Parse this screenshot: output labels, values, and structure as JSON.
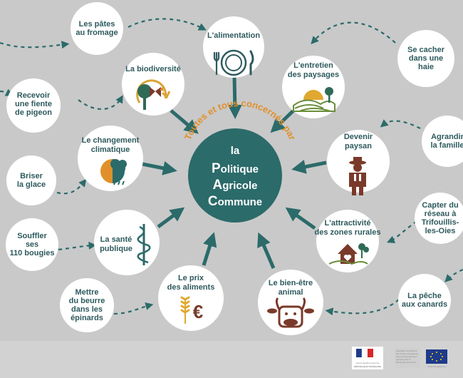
{
  "diagram": {
    "center": {
      "arc_text": "Toutes et tous concernés par",
      "line1": "la",
      "line2": "Politique",
      "line3": "Agricole",
      "line4": "Commune"
    },
    "themes": [
      {
        "id": "alimentation",
        "label": "L'alimentation",
        "icon": "plate-fork-knife-icon"
      },
      {
        "id": "biodiversite",
        "label": "La biodiversité",
        "icon": "tree-butterfly-icon"
      },
      {
        "id": "paysages",
        "label": "L'entretien\ndes paysages",
        "icon": "sunset-hills-icon"
      },
      {
        "id": "climat",
        "label": "Le changement\nclimatique",
        "icon": "sun-rain-cloud-icon"
      },
      {
        "id": "paysan",
        "label": "Devenir\npaysan",
        "icon": "farmer-icon"
      },
      {
        "id": "sante",
        "label": "La santé\npublique",
        "icon": "caduceus-icon"
      },
      {
        "id": "rurales",
        "label": "L'attractivité\ndes zones rurales",
        "icon": "house-heart-icon"
      },
      {
        "id": "prix",
        "label": "Le prix\ndes aliments",
        "icon": "wheat-euro-icon"
      },
      {
        "id": "bienetre",
        "label": "Le bien-être\nanimal",
        "icon": "cow-icon"
      }
    ],
    "expressions": [
      {
        "id": "pates",
        "label": "Les pâtes\nau fromage"
      },
      {
        "id": "pigeon",
        "label": "Recevoir\nune fiente\nde pigeon"
      },
      {
        "id": "glace",
        "label": "Briser\nla glace"
      },
      {
        "id": "bougies",
        "label": "Souffler\nses\n110 bougies"
      },
      {
        "id": "beurre",
        "label": "Mettre\ndu beurre\ndans les\népinards"
      },
      {
        "id": "haie",
        "label": "Se cacher\ndans une\nhaie"
      },
      {
        "id": "famille",
        "label": "Agrandir\nla famille"
      },
      {
        "id": "reseau",
        "label": "Capter du\nréseau à\nTrifouillis-\nles-Oies"
      },
      {
        "id": "canards",
        "label": "La pêche\naux canards"
      }
    ]
  },
  "footer": {
    "rf_motto": "Liberté Égalité Fraternité",
    "rf_name": "RÉPUBLIQUE FRANÇAISE",
    "eu_text": "Opération co-financée par l'Union européenne via le Fonds européen agricole pour le développement rural",
    "eu_caption": "Union Européenne"
  },
  "colors": {
    "background": "#c9c9c9",
    "center": "#2b6b6a",
    "teal": "#2e5a5e",
    "arc_text": "#e0902a",
    "brown": "#7a3a2a",
    "gold": "#e0a830",
    "green": "#6b8e3a"
  }
}
